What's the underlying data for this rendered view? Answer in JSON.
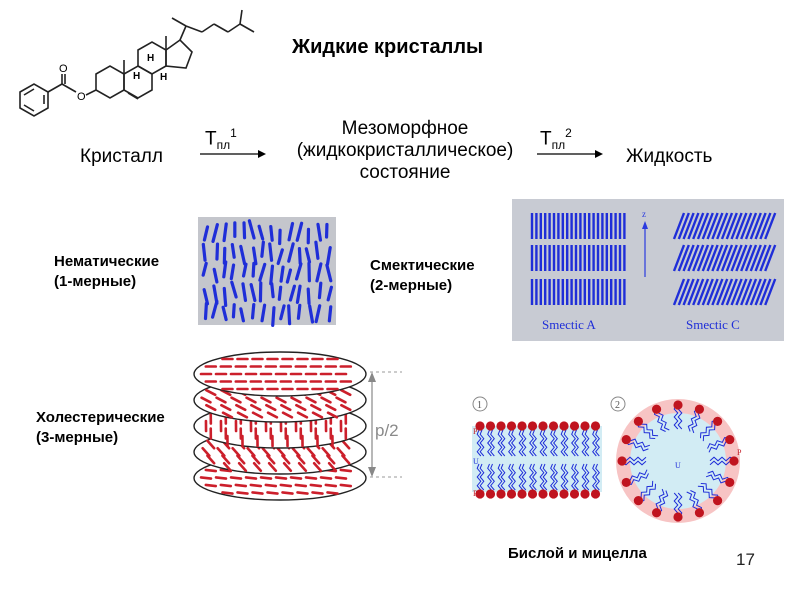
{
  "title": "Жидкие кристаллы",
  "flow": {
    "crystal": "Кристалл",
    "mesomorphic_line1": "Мезоморфное",
    "mesomorphic_line2": "(жидкокристаллическое)",
    "mesomorphic_line3": "состояние",
    "liquid": "Жидкость",
    "t1_base": "Т",
    "t1_sub": "пл",
    "t1_sup": "1",
    "t2_base": "Т",
    "t2_sub": "пл",
    "t2_sup": "2"
  },
  "types": {
    "nematic_line1": "Нематические",
    "nematic_line2": "(1-мерные)",
    "smectic_line1": "Смектические",
    "smectic_line2": "(2-мерные)",
    "cholesteric_line1": "Холестерические",
    "cholesteric_line2": "(3-мерные)"
  },
  "smectic_figure": {
    "label_a": "Smectic A",
    "label_c": "Smectic C",
    "axis": "z"
  },
  "cholesteric_figure": {
    "pitch": "p/2"
  },
  "bilayer_figure": {
    "caption": "Бислой и мицелла",
    "num1": "1",
    "num2": "2",
    "p_top": "P",
    "u_mid": "U",
    "p_bottom": "P",
    "micelle_p": "P",
    "micelle_u": "U"
  },
  "molecule": {
    "atom_h1": "H",
    "atom_h2": "H",
    "atom_h3": "H",
    "atom_o1": "O",
    "atom_o2": "O"
  },
  "page_number": "17",
  "colors": {
    "rod_blue": "#1f2ed8",
    "rod_red": "#cc1f2b",
    "smectic_bg": "#c8cbd3",
    "nematic_bg": "#c4c6cc",
    "membrane_fill": "#d2ecf4",
    "micelle_halo": "#f7c4c4",
    "head_red": "#c0141f"
  }
}
